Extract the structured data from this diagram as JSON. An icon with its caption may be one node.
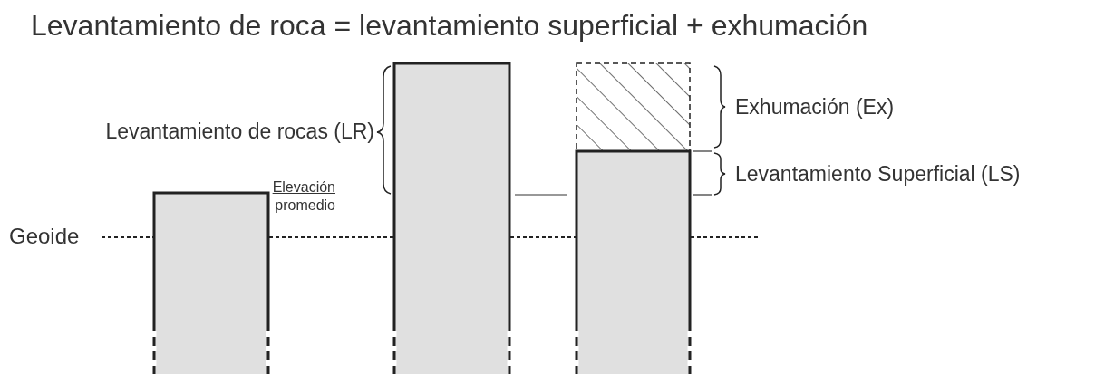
{
  "diagram": {
    "title": "Levantamiento de roca = levantamiento superficial + exhumación",
    "labels": [
      "Levantamiento de rocas (LR)",
      "Elevación",
      "promedio",
      "Geoide",
      "Exhumación (Ex)",
      "Levantamiento Superficial (LS)"
    ]
  }
}
